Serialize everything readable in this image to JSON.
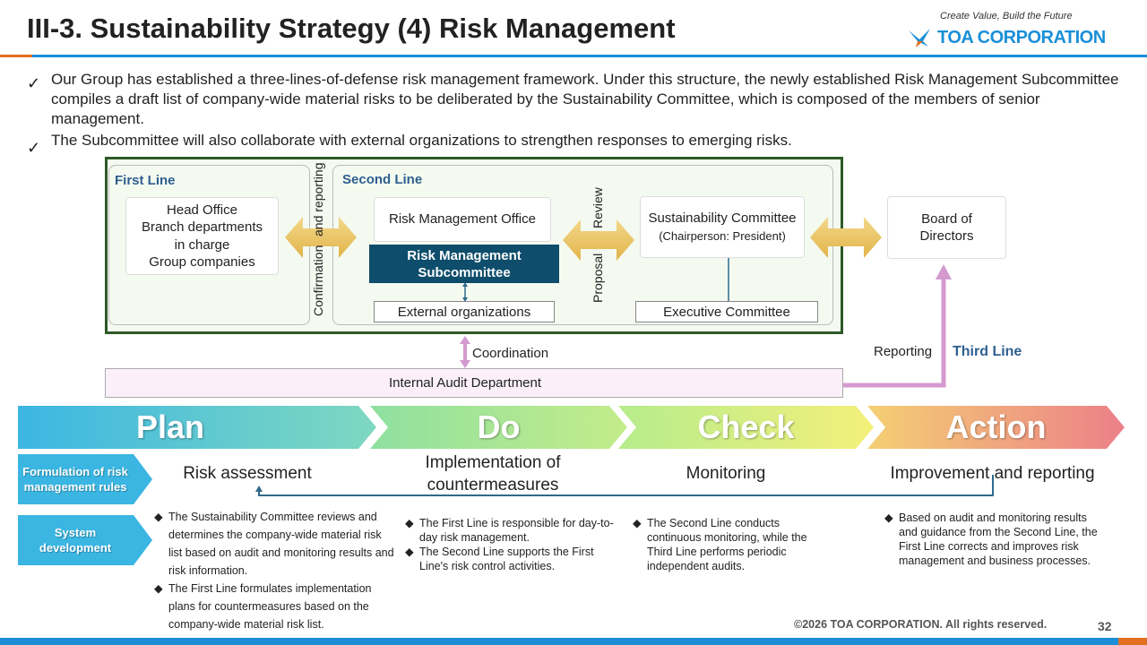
{
  "header": {
    "title": "III-3. Sustainability Strategy (4) Risk Management",
    "tagline": "Create Value, Build the Future",
    "logo_text": "TOA CORPORATION"
  },
  "bullets": [
    "Our Group has established a three-lines-of-defense risk management framework. Under this structure, the newly established Risk Management Subcommittee compiles a draft list of company-wide material risks to be deliberated by the Sustainability Committee, which is composed of the members of senior management.",
    "The Subcommittee will also collaborate with external organizations to strengthen responses to emerging risks."
  ],
  "diagram": {
    "first_line": {
      "label": "First Line",
      "entities": [
        "Head Office",
        "Branch departments",
        "in charge",
        "Group companies"
      ]
    },
    "confirmation_label": "Confirmation",
    "and_reporting_label": "and reporting",
    "second_line": {
      "label": "Second Line",
      "rmo": "Risk Management Office",
      "rms": "Risk Management Subcommittee",
      "external": "External organizations",
      "sc": "Sustainability Committee",
      "sc_sub": "(Chairperson: President)",
      "exec": "Executive Committee"
    },
    "proposal_label": "Proposal",
    "review_label": "Review",
    "board": "Board of Directors",
    "coordination": "Coordination",
    "internal_audit": "Internal Audit Department",
    "reporting": "Reporting",
    "third_line": "Third Line"
  },
  "pdca": {
    "stages": [
      "Plan",
      "Do",
      "Check",
      "Action"
    ],
    "row_tags": [
      "Formulation of risk management rules",
      "System development"
    ],
    "phases": [
      "Risk assessment",
      "Implementation of countermeasures",
      "Monitoring",
      "Improvement and reporting"
    ],
    "plan_bullets": [
      "The Sustainability Committee reviews and determines the company-wide material risk list based on audit and monitoring results and risk information.",
      "The First Line formulates implementation plans for countermeasures based on the company-wide material risk list."
    ],
    "do_bullets": [
      "The First Line is responsible for day-to-day risk management.",
      "The Second Line supports the First Line's risk control activities."
    ],
    "check_bullets": [
      "The Second Line conducts continuous monitoring, while the Third Line performs periodic independent audits."
    ],
    "action_bullets": [
      "Based on audit and monitoring results and guidance from the Second Line, the First Line corrects and improves risk management and business processes."
    ]
  },
  "footer": {
    "copyright": "©2026 TOA CORPORATION. All rights reserved.",
    "page": "32"
  },
  "colors": {
    "brand_blue": "#1a8fd8",
    "accent_orange": "#e2701f",
    "frame_green": "#2d5a27",
    "subcommittee": "#0e4d6b",
    "audit_pink": "#d49ad0"
  }
}
